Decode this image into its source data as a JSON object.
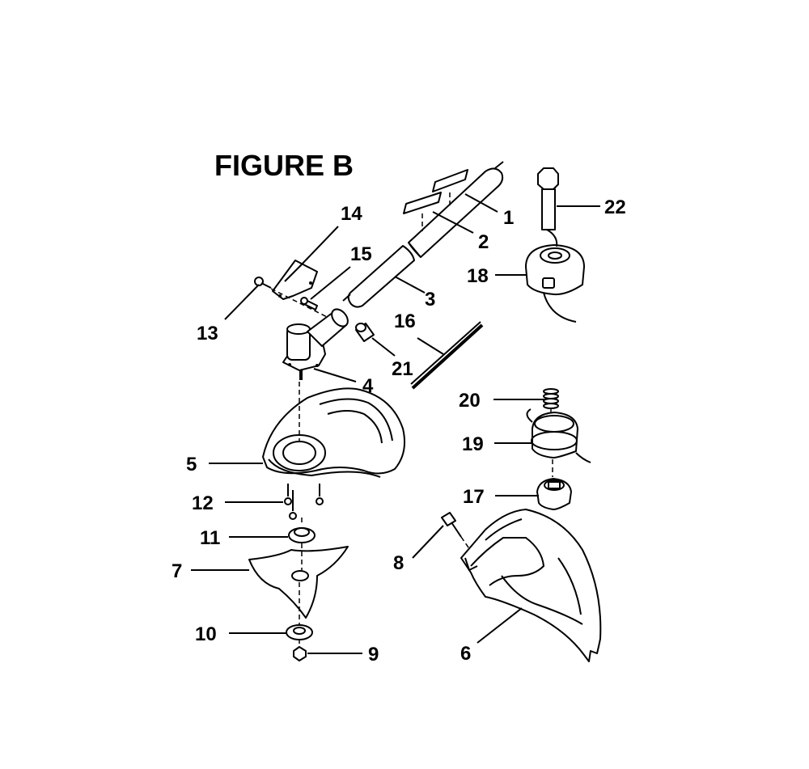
{
  "figure_title": "FIGURE B",
  "callouts": [
    {
      "id": "c1",
      "label": "1"
    },
    {
      "id": "c2",
      "label": "2"
    },
    {
      "id": "c3",
      "label": "3"
    },
    {
      "id": "c4",
      "label": "4"
    },
    {
      "id": "c5",
      "label": "5"
    },
    {
      "id": "c6",
      "label": "6"
    },
    {
      "id": "c7",
      "label": "7"
    },
    {
      "id": "c8",
      "label": "8"
    },
    {
      "id": "c9",
      "label": "9"
    },
    {
      "id": "c10",
      "label": "10"
    },
    {
      "id": "c11",
      "label": "11"
    },
    {
      "id": "c12",
      "label": "12"
    },
    {
      "id": "c13",
      "label": "13"
    },
    {
      "id": "c14",
      "label": "14"
    },
    {
      "id": "c15",
      "label": "15"
    },
    {
      "id": "c16",
      "label": "16"
    },
    {
      "id": "c17",
      "label": "17"
    },
    {
      "id": "c18",
      "label": "18"
    },
    {
      "id": "c19",
      "label": "19"
    },
    {
      "id": "c20",
      "label": "20"
    },
    {
      "id": "c21",
      "label": "21"
    },
    {
      "id": "c22",
      "label": "22"
    }
  ]
}
